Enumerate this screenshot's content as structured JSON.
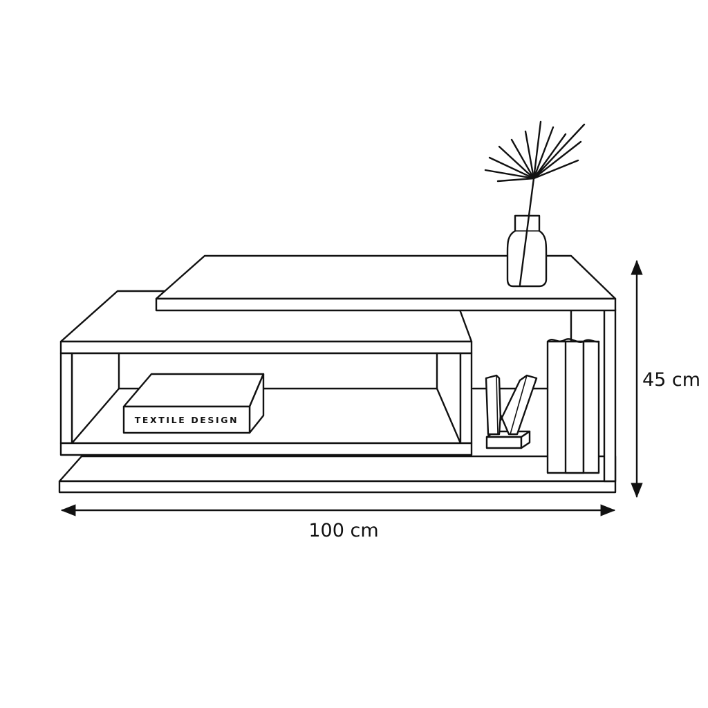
{
  "dimensions": {
    "width_label": "100 cm",
    "height_label": "45 cm"
  },
  "props": {
    "box_label": "TEXTILE DESIGN"
  },
  "colors": {
    "stroke": "#111111",
    "background": "#ffffff"
  }
}
